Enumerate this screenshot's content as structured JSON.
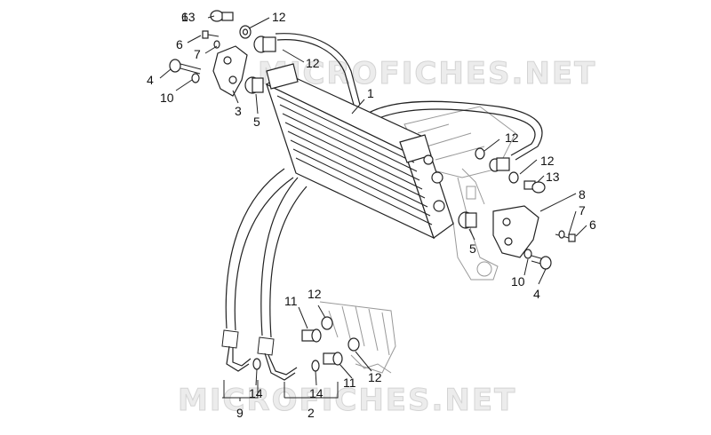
{
  "watermark": "MICROFICHES.NET",
  "callouts": [
    {
      "id": "c1",
      "text": "1"
    },
    {
      "id": "c2",
      "text": "2"
    },
    {
      "id": "c3",
      "text": "3"
    },
    {
      "id": "c4a",
      "text": "4"
    },
    {
      "id": "c4b",
      "text": "4"
    },
    {
      "id": "c5a",
      "text": "5"
    },
    {
      "id": "c5b",
      "text": "5"
    },
    {
      "id": "c6a",
      "text": "6"
    },
    {
      "id": "c6b",
      "text": "6"
    },
    {
      "id": "c7a",
      "text": "7"
    },
    {
      "id": "c7b",
      "text": "7"
    },
    {
      "id": "c8",
      "text": "8"
    },
    {
      "id": "c9",
      "text": "9"
    },
    {
      "id": "c10a",
      "text": "10"
    },
    {
      "id": "c10b",
      "text": "10"
    },
    {
      "id": "c11a",
      "text": "11"
    },
    {
      "id": "c11b",
      "text": "11"
    },
    {
      "id": "c12a",
      "text": "12"
    },
    {
      "id": "c12b",
      "text": "12"
    },
    {
      "id": "c12c",
      "text": "12"
    },
    {
      "id": "c12d",
      "text": "12"
    },
    {
      "id": "c12e",
      "text": "12"
    },
    {
      "id": "c12f",
      "text": "12"
    },
    {
      "id": "c13a",
      "text": "13"
    },
    {
      "id": "c13b",
      "text": "13"
    },
    {
      "id": "c14a",
      "text": "14"
    },
    {
      "id": "c14b",
      "text": "14"
    }
  ]
}
